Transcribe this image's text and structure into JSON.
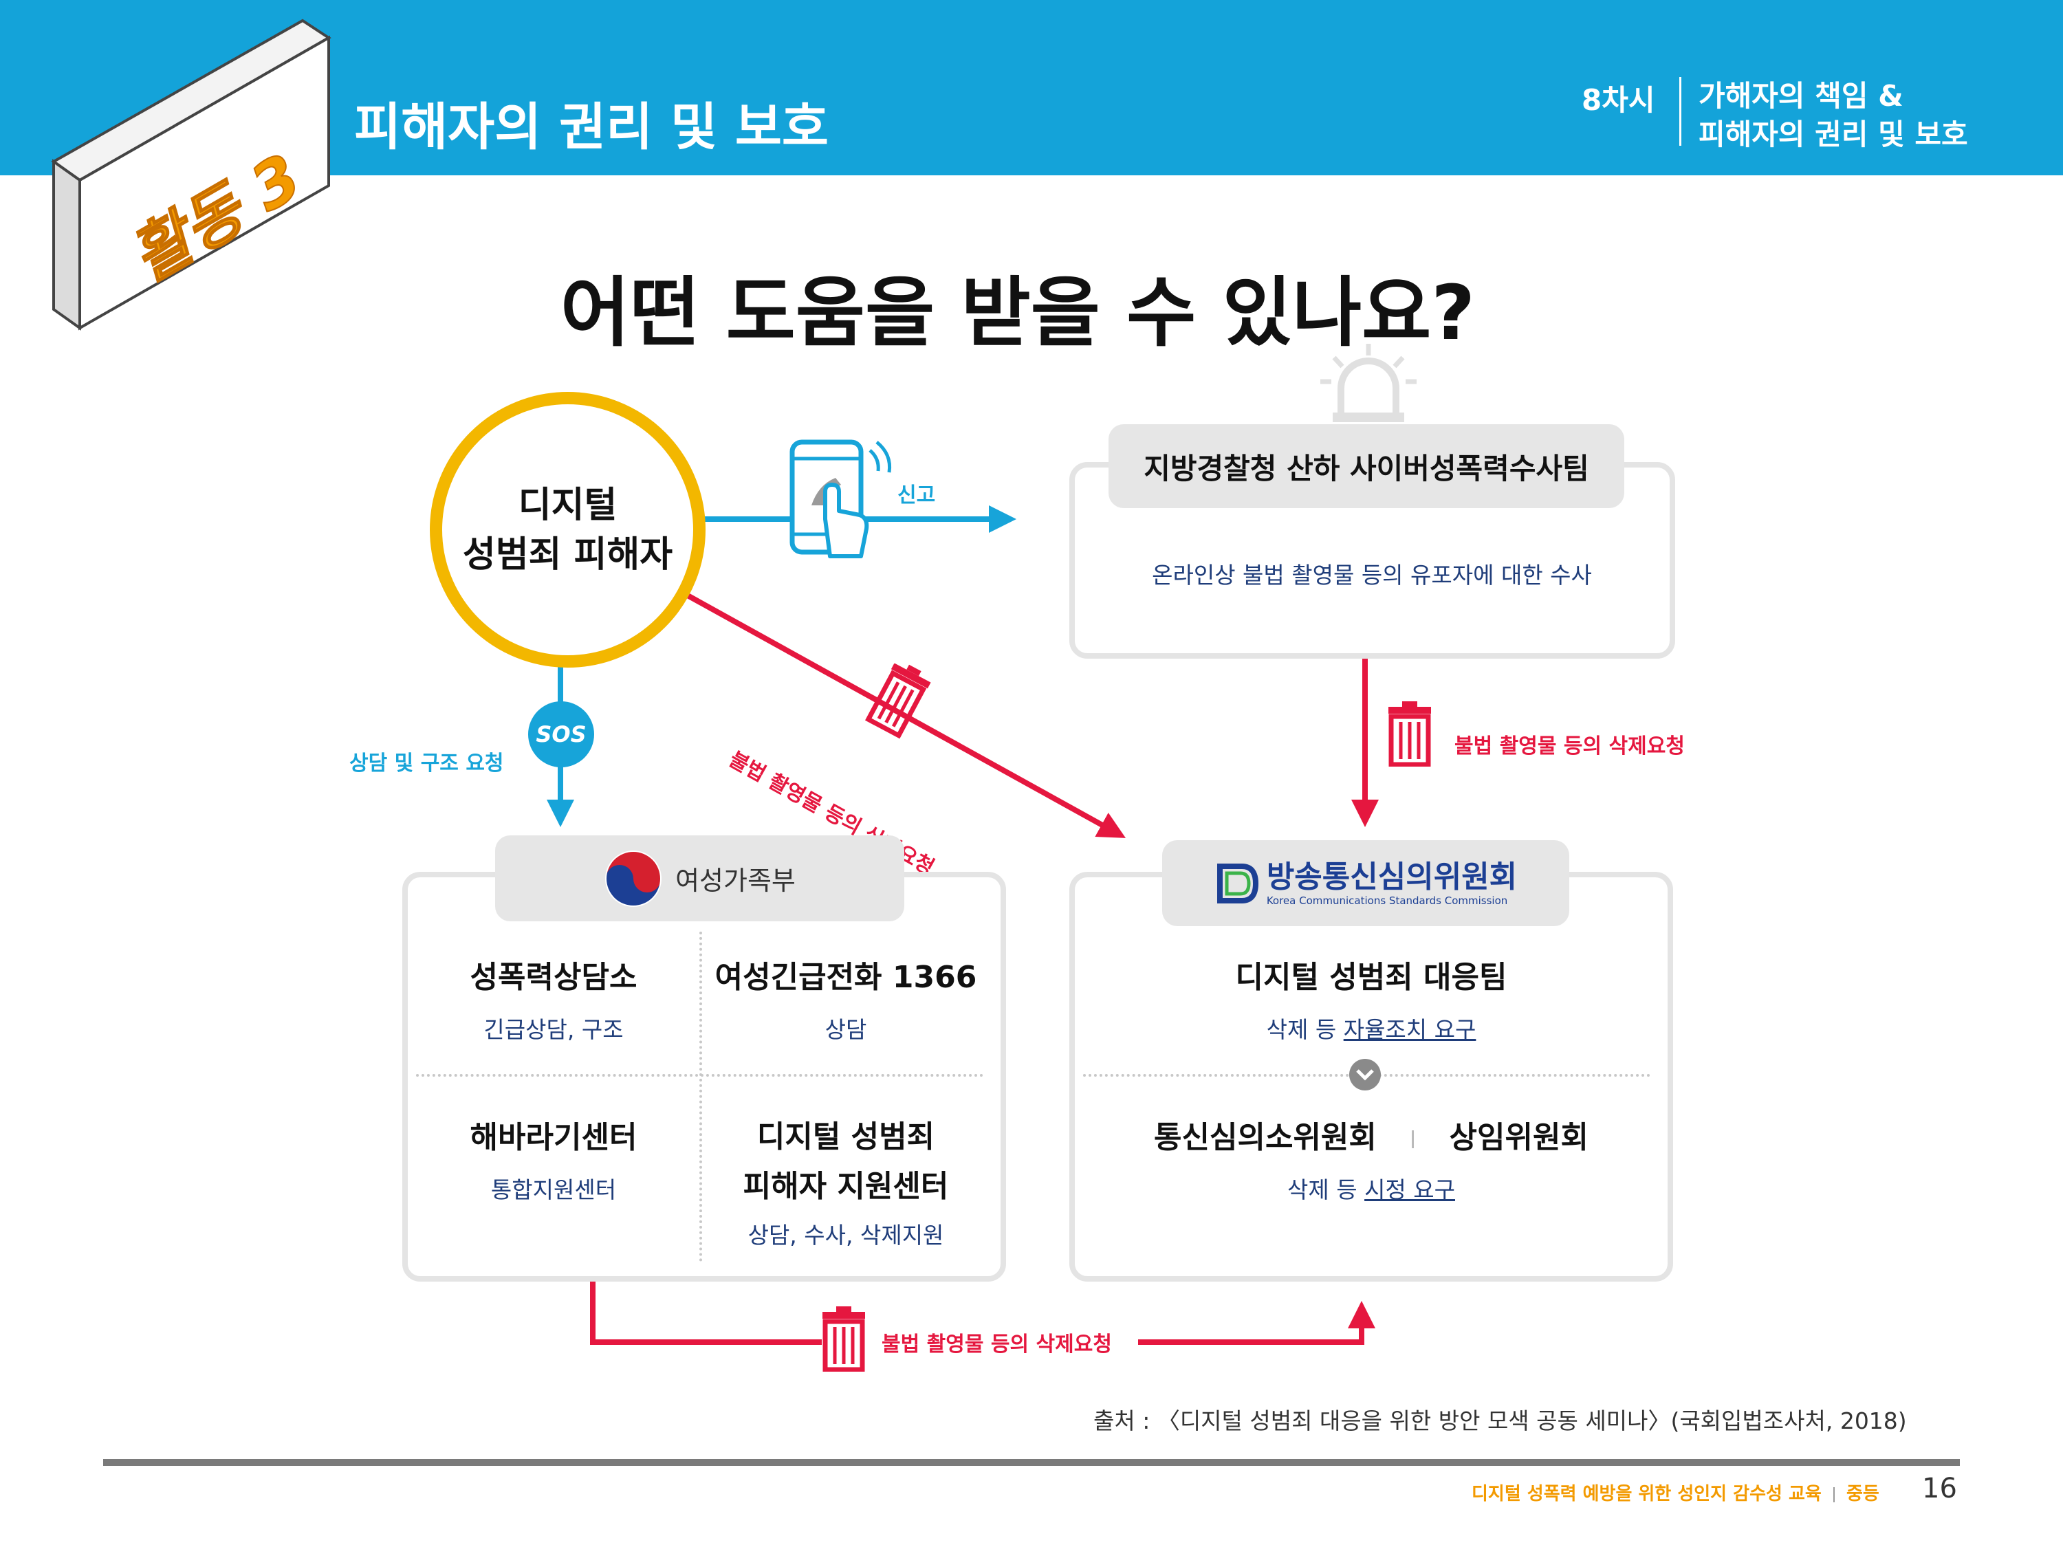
{
  "header": {
    "activity_label": "활동 3",
    "title": "피해자의 권리 및 보호",
    "lesson": "8차시",
    "topic_line1": "가해자의 책임 &",
    "topic_line2": "피해자의 권리 및 보호"
  },
  "main_title": "어떤 도움을 받을 수 있나요?",
  "victim": {
    "line1": "디지털",
    "line2": "성범죄 피해자"
  },
  "arrows": {
    "report": "신고",
    "sos_badge": "SOS",
    "sos_label": "상담 및 구조 요청",
    "diag_label": "불법 촬영물 등의 삭제요청",
    "police_to_kcsc": "불법 촬영물 등의 삭제요청",
    "mogef_to_kcsc": "불법 촬영물 등의 삭제요청"
  },
  "police": {
    "title": "지방경찰청 산하 사이버성폭력수사팀",
    "desc": "온라인상 불법 촬영물 등의 유포자에 대한 수사"
  },
  "mogef": {
    "org_name": "여성가족부",
    "cells": [
      {
        "title": "성폭력상담소",
        "desc": "긴급상담, 구조"
      },
      {
        "title": "여성긴급전화 1366",
        "desc": "상담"
      },
      {
        "title": "해바라기센터",
        "desc": "통합지원센터"
      },
      {
        "title_line1": "디지털 성범죄",
        "title_line2": "피해자 지원센터",
        "desc": "상담, 수사, 삭제지원"
      }
    ]
  },
  "kcsc": {
    "org_name": "방송통신심의위원회",
    "org_name_en": "Korea Communications Standards Commission",
    "team_title": "디지털 성범죄 대응팀",
    "team_desc_prefix": "삭제 등 ",
    "team_desc_link": "자율조치 요구",
    "sub_left": "통신심의소위원회",
    "sub_right": "상임위원회",
    "sub_desc_prefix": "삭제 등 ",
    "sub_desc_link": "시정 요구"
  },
  "source": "출처 : 〈디지털 성범죄 대응을 위한 방안 모색 공동 세미나〉(국회입법조사처, 2018)",
  "footer": {
    "part1": "디지털 성폭력 예방을 위한",
    "part2": "성인지 감수성 교육",
    "part3": "중등",
    "page": "16"
  },
  "colors": {
    "header_blue": "#14a3d9",
    "victim_yellow": "#f3b700",
    "cyan": "#17a4d9",
    "red": "#e5173f",
    "orange": "#f39a00",
    "navy": "#1f3d7a"
  }
}
